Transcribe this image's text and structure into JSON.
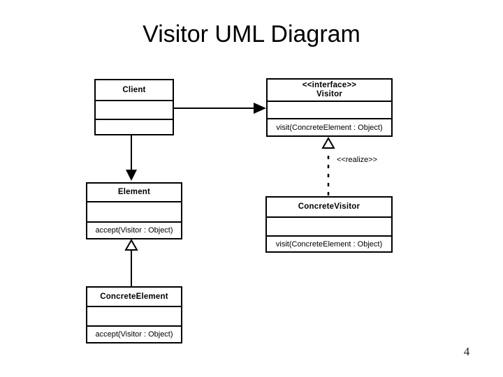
{
  "slide": {
    "title": "Visitor UML Diagram",
    "page_number": "4"
  },
  "diagram": {
    "classes": {
      "client": {
        "name": "Client"
      },
      "visitor": {
        "stereotype": "<<interface>>",
        "name": "Visitor",
        "methods": "visit(ConcreteElement : Object)"
      },
      "element": {
        "name": "Element",
        "methods": "accept(Visitor : Object)"
      },
      "concrete_visitor": {
        "name": "ConcreteVisitor",
        "methods": "visit(ConcreteElement : Object)"
      },
      "concrete_element": {
        "name": "ConcreteElement",
        "methods": "accept(Visitor : Object)"
      }
    },
    "relationships": {
      "realize_label": "<<realize>>"
    },
    "colors": {
      "line": "#000000",
      "box_fill": "#ffffff",
      "background": "#ffffff",
      "text": "#000000"
    }
  }
}
